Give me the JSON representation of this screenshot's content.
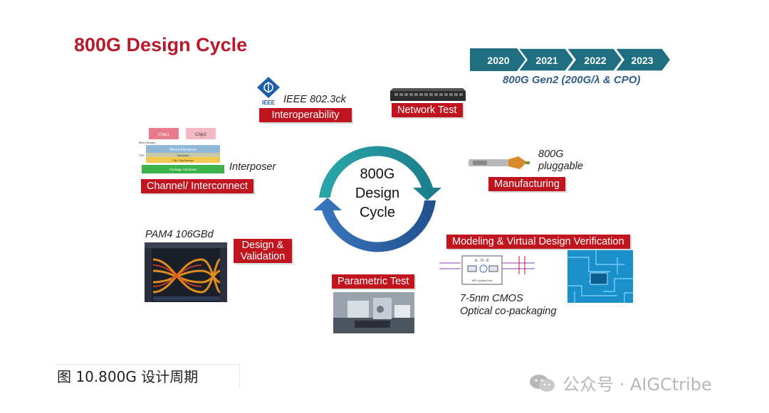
{
  "title": "800G Design Cycle",
  "timeline": {
    "years": [
      "2020",
      "2021",
      "2022",
      "2023"
    ]
  },
  "gen2_label": "800G Gen2 (200G/λ  & CPO)",
  "center": {
    "line1": "800G",
    "line2": "Design",
    "line3": "Cycle"
  },
  "ieee": {
    "label": "IEEE 802.3ck",
    "logo_text": "IEEE"
  },
  "interoperability": "Interoperability",
  "network_test": "Network Test",
  "pluggable": {
    "line1": "800G",
    "line2": "pluggable"
  },
  "manufacturing": "Manufacturing",
  "interposer": {
    "label": "Interposer",
    "chip1": "Chip1",
    "chip2": "Chip2",
    "micro_bumps": "Micro Bumps",
    "silicon_interposer": "Silicon Interposer",
    "substrate": "Substrate",
    "flip_chip": "Flip Chip Bumps",
    "package": "Package Substrate",
    "tsv": "TSV"
  },
  "channel": "Channel/ Interconnect",
  "pam4": "PAM4 106GBd",
  "design_validation": {
    "line1": "Design &",
    "line2": "Validation"
  },
  "parametric_test": "Parametric Test",
  "modeling": "Modeling & Virtual Design Verification",
  "cmos": {
    "line1": "7-5nm CMOS",
    "line2": "Optical co-packaging",
    "eoe": "E - O - E",
    "optical_link": "NPI Optical Link"
  },
  "caption": "图 10.800G 设计周期",
  "watermark": "公众号 · AIGCtribe",
  "colors": {
    "title_red": "#b8192b",
    "label_red": "#c0141f",
    "timeline_teal": "#1f6f80",
    "arc_teal": "#1e8a96",
    "arc_blue": "#2b5ea0"
  }
}
